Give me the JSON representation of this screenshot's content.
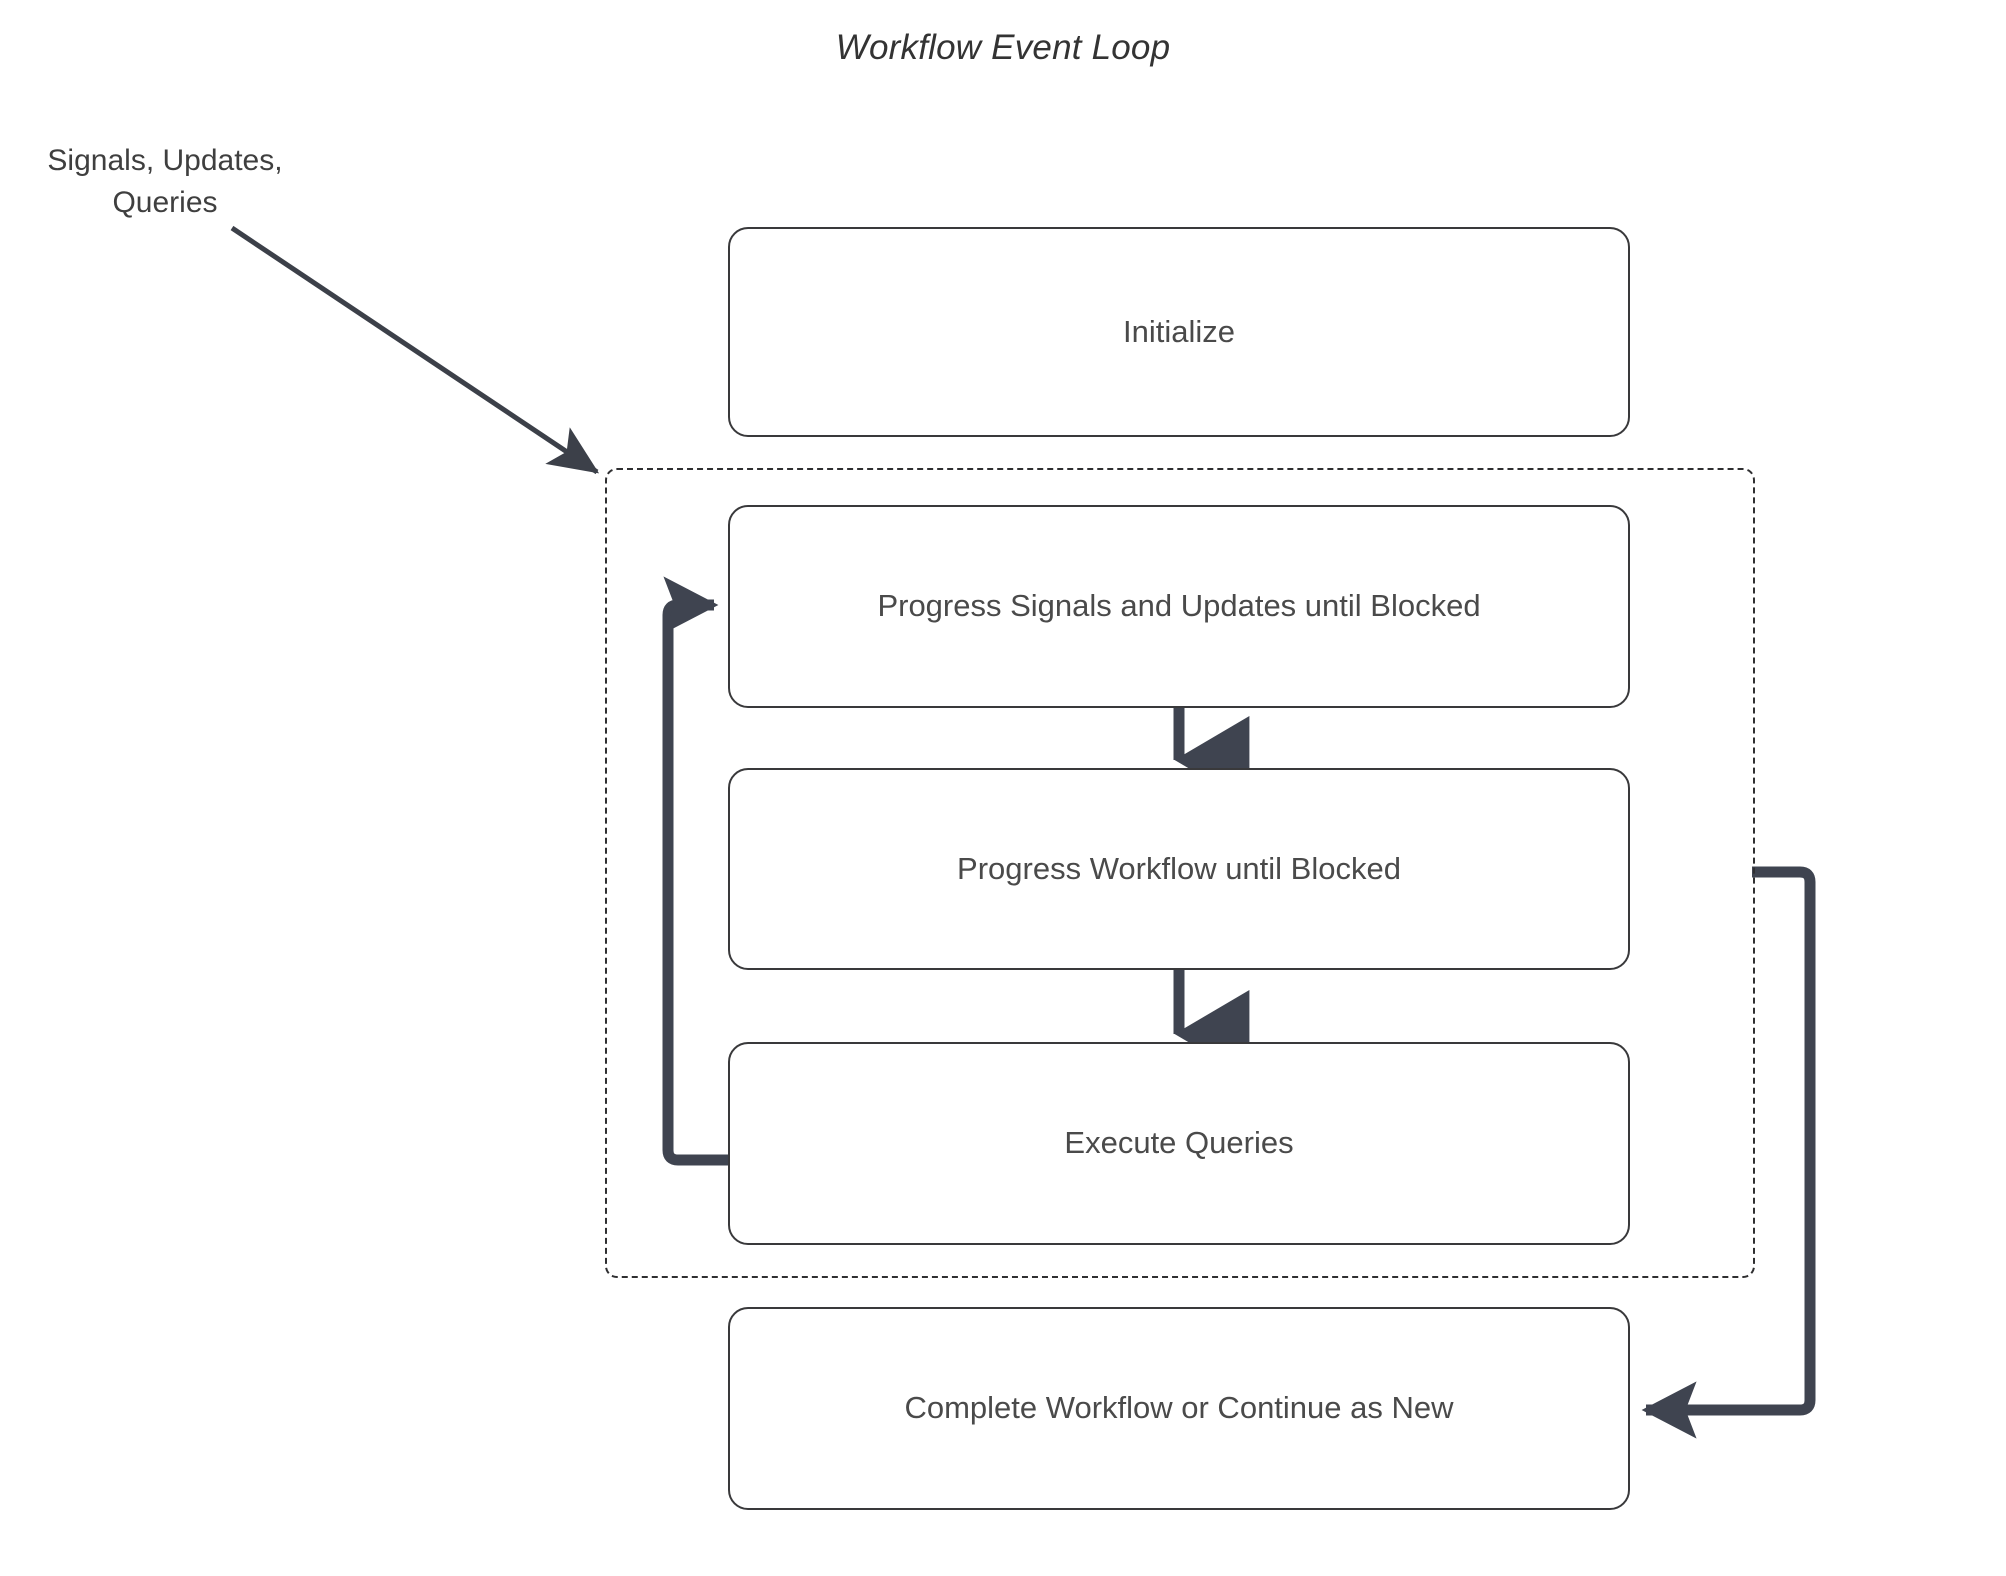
{
  "title": "Workflow Event Loop",
  "external_label": {
    "line1": "Signals, Updates,",
    "line2": "Queries"
  },
  "nodes": [
    {
      "id": "initialize",
      "label": "Initialize"
    },
    {
      "id": "progress-signals",
      "label": "Progress Signals and Updates until Blocked"
    },
    {
      "id": "progress-workflow",
      "label": "Progress Workflow until Blocked"
    },
    {
      "id": "execute-queries",
      "label": "Execute Queries"
    },
    {
      "id": "complete-workflow",
      "label": "Complete Workflow or Continue as New"
    }
  ],
  "colors": {
    "node_border": "#39393b",
    "node_fill": "#ffffff",
    "text": "#4a4a4a",
    "title": "#333333",
    "edge_thin": "#3c4049",
    "edge_thick": "#3f4450",
    "loop_container_border": "#2f2f31"
  }
}
